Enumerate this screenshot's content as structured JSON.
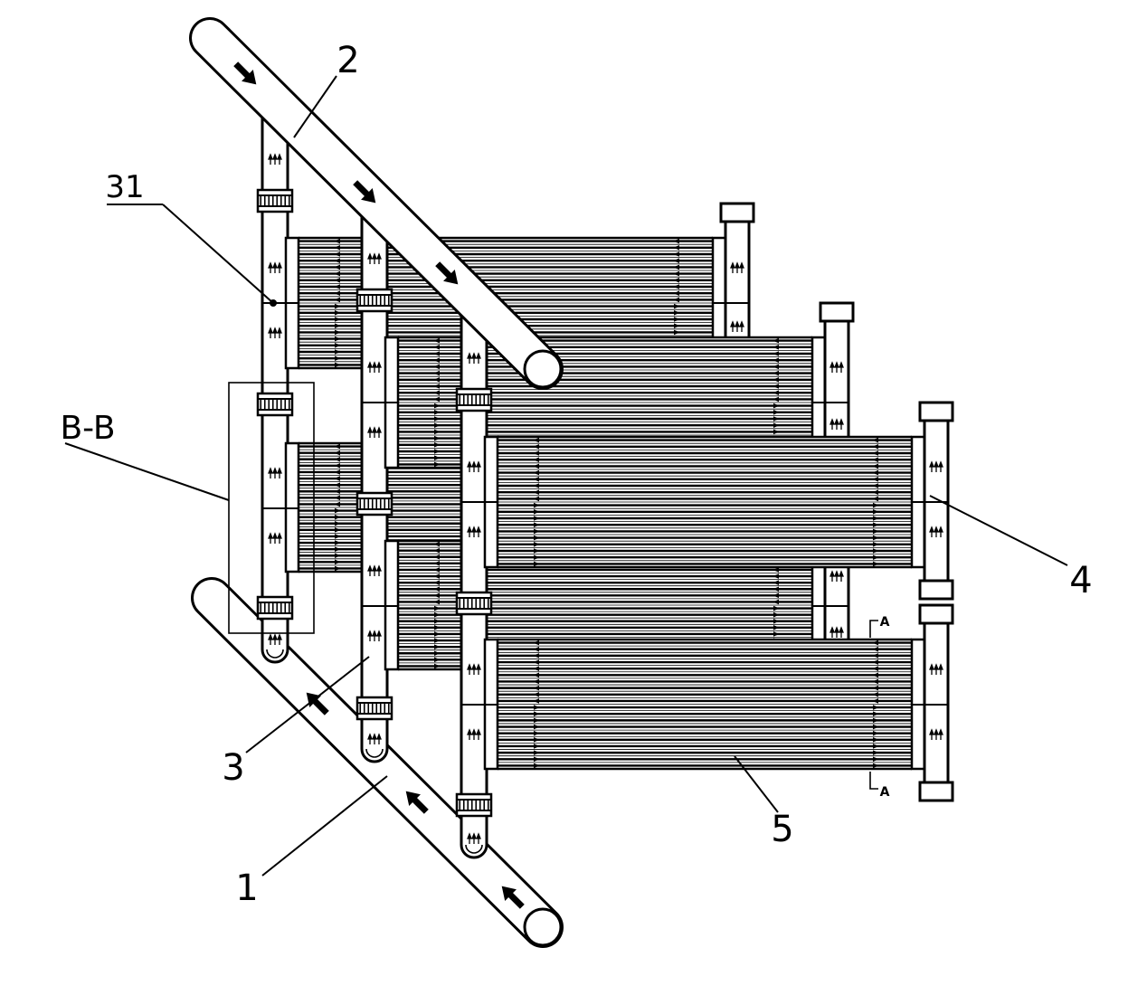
{
  "labels": {
    "top_pipe": "2",
    "junction": "31",
    "section": "B-B",
    "right_header": "4",
    "middle_header": "3",
    "bottom_pipe": "1",
    "tube_bundle": "5",
    "section_mark_top": "A",
    "section_mark_bottom": "A"
  },
  "colors": {
    "line": "#000000",
    "background": "#ffffff"
  },
  "icons": {
    "flow_arrow": "flow-direction-arrow-icon",
    "flow_up_arrows": "triple-up-arrow-icon",
    "tube_arrow_left": "left-arrow-icon",
    "tube_arrow_right": "right-arrow-icon"
  }
}
